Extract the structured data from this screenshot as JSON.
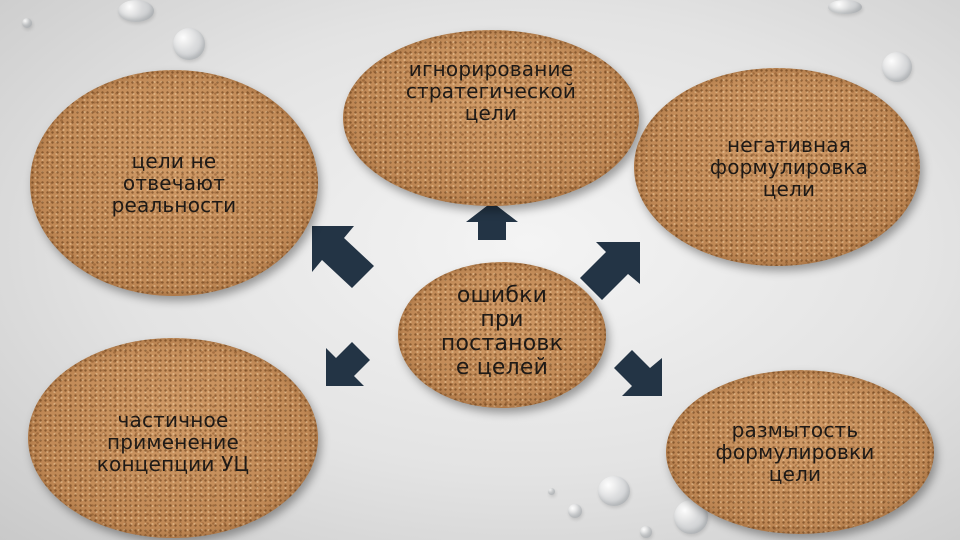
{
  "diagram": {
    "center": "ошибки\nпри\nпостановк\nе целей",
    "nodes": {
      "top": "игнорирование\nстратегической\nцели",
      "upper_left": "цели не\nотвечают\nреальности",
      "upper_right": "негативная\nформулировка\nцели",
      "lower_left": "частичное\nприменение\nконцепции УЦ",
      "lower_right": "размытость\nформулировки\nцели"
    }
  },
  "colors": {
    "cork": "#c49060",
    "arrow": "#233445",
    "text": "#1e1a17"
  }
}
